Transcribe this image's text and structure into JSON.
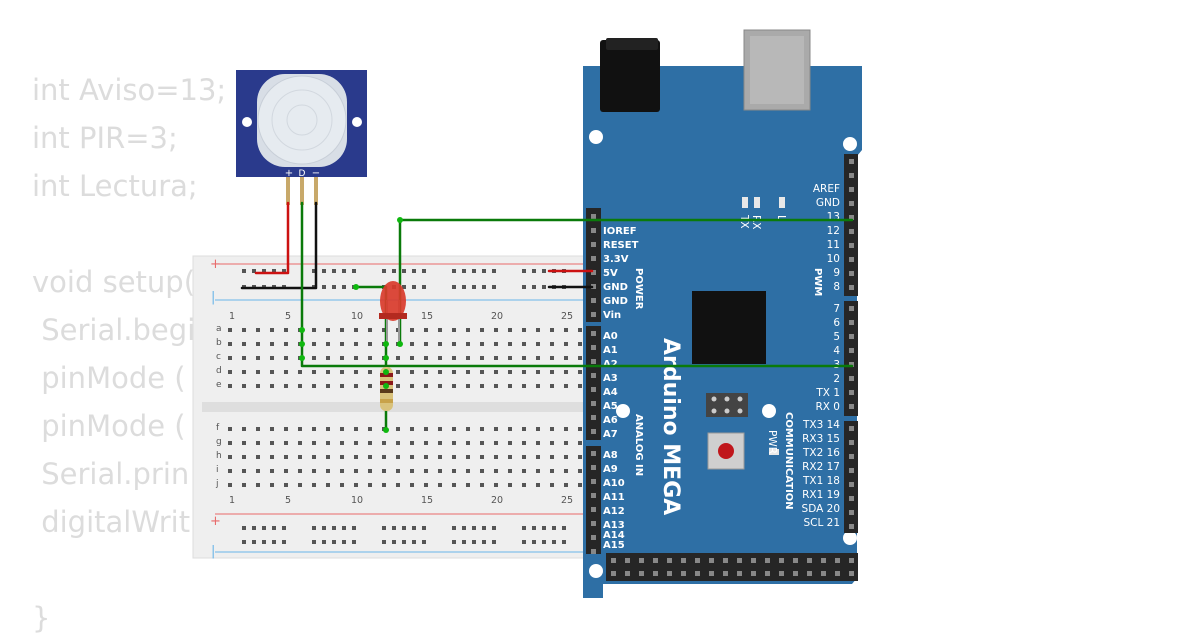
{
  "code": {
    "lines": [
      "int Aviso=13;",
      "int PIR=3;",
      "int Lectura;",
      "",
      "void setup(",
      " Serial.begi",
      " pinMode (",
      " pinMode (",
      " Serial.prin",
      " digitalWrit",
      "",
      "}"
    ]
  },
  "pir_sensor": {
    "pins": [
      "+",
      "D",
      "−"
    ]
  },
  "breadboard": {
    "plus_sign": "+",
    "minus_sign": "−",
    "column_numbers": [
      "1",
      "5",
      "10",
      "15",
      "20",
      "25"
    ],
    "rows_top": [
      "a",
      "b",
      "c",
      "d",
      "e"
    ],
    "rows_bottom": [
      "f",
      "g",
      "h",
      "i",
      "j"
    ]
  },
  "arduino": {
    "name": "Arduino MEGA",
    "power_header_labels": [
      "IOREF",
      "RESET",
      "3.3V",
      "5V",
      "GND",
      "GND",
      "Vin"
    ],
    "power_title": "POWER",
    "analog_labels": [
      "A0",
      "A1",
      "A2",
      "A3",
      "A4",
      "A5",
      "A6",
      "A7",
      "A8",
      "A9",
      "A10",
      "A11",
      "A12",
      "A13",
      "A14",
      "A15"
    ],
    "analog_title": "ANALOG IN",
    "right_top_labels": [
      "AREF",
      "GND",
      "13",
      "12",
      "11",
      "10",
      "9",
      "8"
    ],
    "pwm_title": "PWM",
    "right_mid_labels": [
      "7",
      "6",
      "5",
      "4",
      "3",
      "2",
      "TX  1",
      "RX  0"
    ],
    "comm_labels": [
      "TX3 14",
      "RX3 15",
      "TX2 16",
      "RX2 17",
      "TX1 18",
      "RX1 19",
      "SDA 20",
      "SCL 21"
    ],
    "comm_title": "COMMUNICATION",
    "led_labels": [
      "TX",
      "RX",
      "L"
    ],
    "pwr_label": "PWR",
    "colors": {
      "board": "#2e6fa5",
      "header": "#262626",
      "wire_green": "#0a7a0a",
      "wire_red": "#cc1111",
      "wire_black": "#111111"
    }
  }
}
